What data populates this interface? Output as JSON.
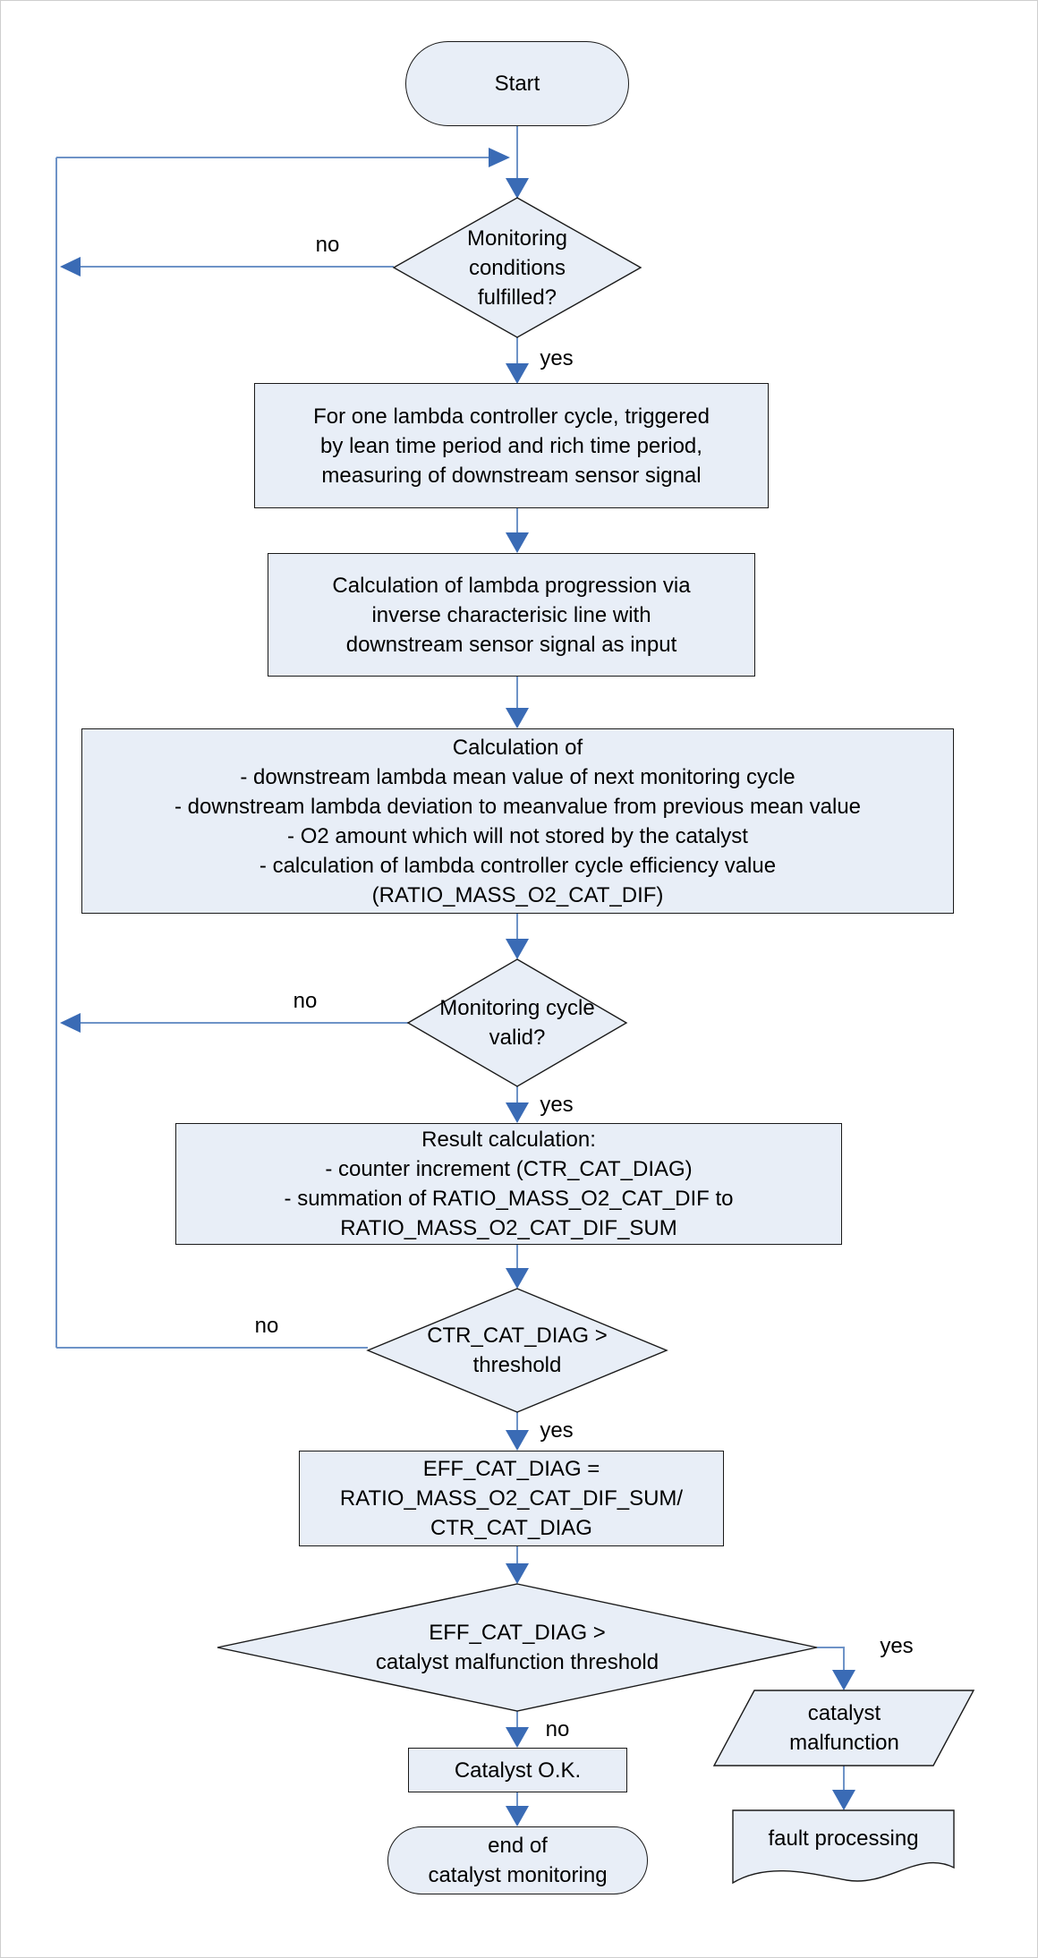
{
  "diagram": {
    "description": "Catalyst monitoring flowchart",
    "colors": {
      "node_fill": "#E8EEF7",
      "node_border": "#1a1a1a",
      "connector_line": "#6E93C7",
      "arrowhead": "#3A6BB5",
      "text": "#000000"
    },
    "nodes": {
      "start": {
        "type": "terminator",
        "text": "Start"
      },
      "cond_monitoring": {
        "type": "decision",
        "text": "Monitoring\nconditions\nfulfilled?"
      },
      "measure": {
        "type": "process",
        "text": "For one lambda controller cycle, triggered\nby lean time period and rich time period,\nmeasuring of downstream sensor signal"
      },
      "progression": {
        "type": "process",
        "text": "Calculation of lambda progression via\ninverse characterisic line with\ndownstream sensor signal as input"
      },
      "calculation": {
        "type": "process",
        "text": "Calculation of\n- downstream lambda mean value of next monitoring cycle\n- downstream lambda deviation to meanvalue from previous mean value\n- O2 amount which will not stored by the catalyst\n- calculation of lambda controller cycle efficiency value\n(RATIO_MASS_O2_CAT_DIF)"
      },
      "cond_cycle_valid": {
        "type": "decision",
        "text": "Monitoring cycle\nvalid?"
      },
      "result": {
        "type": "process",
        "text": "Result calculation:\n- counter increment (CTR_CAT_DIAG)\n- summation of RATIO_MASS_O2_CAT_DIF to\nRATIO_MASS_O2_CAT_DIF_SUM"
      },
      "cond_counter": {
        "type": "decision",
        "text": "CTR_CAT_DIAG >\nthreshold"
      },
      "efficiency": {
        "type": "process",
        "text": "EFF_CAT_DIAG =\nRATIO_MASS_O2_CAT_DIF_SUM/\nCTR_CAT_DIAG"
      },
      "cond_malfunction": {
        "type": "decision",
        "text": "EFF_CAT_DIAG >\ncatalyst malfunction threshold"
      },
      "catalyst_ok": {
        "type": "process",
        "text": "Catalyst O.K."
      },
      "end": {
        "type": "terminator",
        "text": "end of\ncatalyst monitoring"
      },
      "malfunction": {
        "type": "input-output",
        "text": "catalyst\nmalfunction"
      },
      "fault_processing": {
        "type": "document",
        "text": "fault processing"
      }
    },
    "labels": {
      "yes": "yes",
      "no": "no"
    }
  }
}
